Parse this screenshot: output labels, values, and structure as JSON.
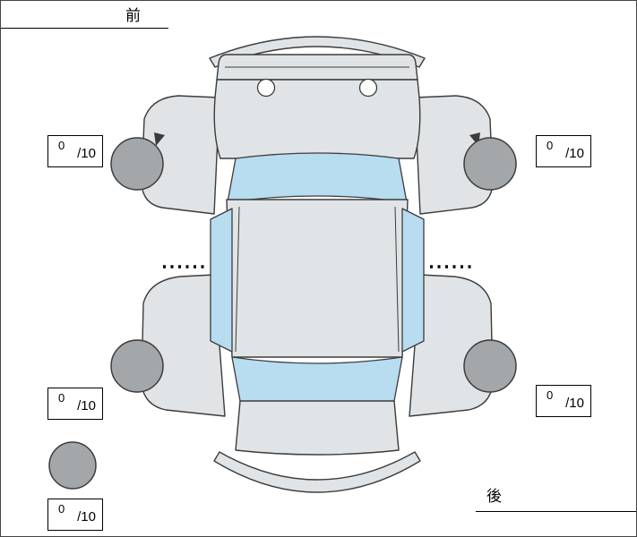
{
  "orientation_labels": {
    "front": "前",
    "rear": "後"
  },
  "tire_scores": {
    "front_left": {
      "value": "0",
      "max_label": "/10"
    },
    "front_right": {
      "value": "0",
      "max_label": "/10"
    },
    "rear_left": {
      "value": "0",
      "max_label": "/10"
    },
    "rear_right": {
      "value": "0",
      "max_label": "/10"
    },
    "spare": {
      "value": "0",
      "max_label": "/10"
    }
  },
  "colors": {
    "body": "#e0e4e7",
    "glass": "#b8dcf0",
    "tire": "#a3a7aa",
    "line": "#3c3c3c",
    "text": "#000000"
  }
}
